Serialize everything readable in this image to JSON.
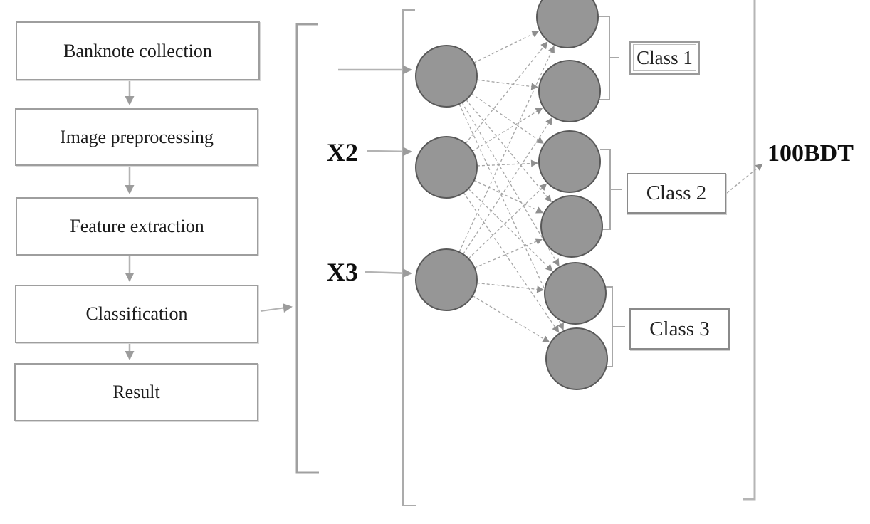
{
  "figure": {
    "flowchart": {
      "steps": [
        {
          "label": "Banknote collection"
        },
        {
          "label": "Image preprocessing"
        },
        {
          "label": "Feature extraction"
        },
        {
          "label": "Classification"
        },
        {
          "label": "Result"
        }
      ]
    },
    "network": {
      "input_labels": [
        "X2",
        "X3"
      ],
      "input_node_count": 3,
      "output_node_count": 6,
      "class_labels": [
        "Class 1",
        "Class 2",
        "Class 3"
      ],
      "output_label": "100BDT"
    },
    "colors": {
      "node_fill": "#969696",
      "node_border": "#595959",
      "box_border": "#9e9e9e",
      "line_gray": "#a6a6a6",
      "text": "#1c1c1c"
    }
  }
}
